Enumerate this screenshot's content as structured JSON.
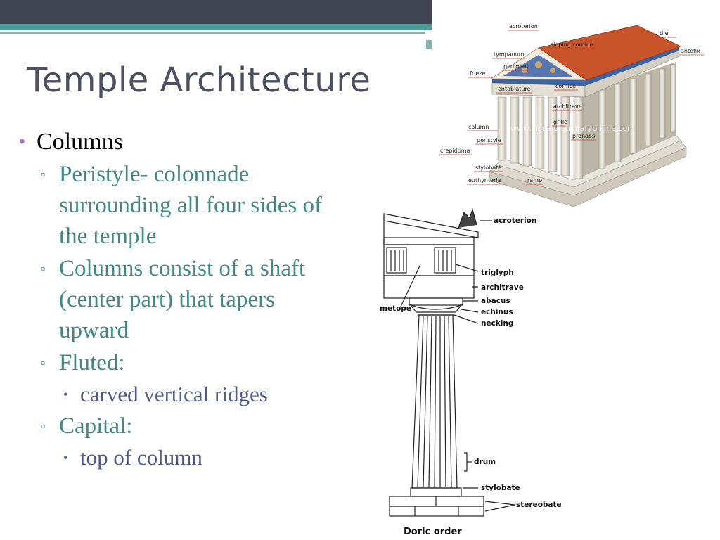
{
  "slide": {
    "title": "Temple Architecture",
    "bullets": {
      "columns": "Columns",
      "peristyle": "Peristyle- colonnade surrounding all four sides of the temple",
      "consist": "Columns consist of a shaft (center part) that tapers upward",
      "fluted": "Fluted:",
      "fluted_sub": "carved vertical ridges",
      "capital": "Capital:",
      "capital_sub": "top of column"
    }
  },
  "temple_diagram": {
    "labels": {
      "acroterion": "acroterion",
      "tile": "tile",
      "sloping_cornice": "sloping cornice",
      "antefix": "antefix",
      "tympanum": "tympanum",
      "pediment": "pediment",
      "frieze": "frieze",
      "entablature": "entablature",
      "cornice": "cornice",
      "architrave": "architrave",
      "grille": "grille",
      "column": "column",
      "pronaos": "pronaos",
      "peristyle": "peristyle",
      "crepidoma": "crepidoma",
      "stylobate": "stylobate",
      "euthynteria": "euthynteria",
      "ramp": "ramp"
    },
    "watermark": "www.visualdictionaryonline.com"
  },
  "doric_diagram": {
    "labels": {
      "acroterion": "acroterion",
      "triglyph": "triglyph",
      "architrave": "architrave",
      "metope": "metope",
      "abacus": "abacus",
      "echinus": "echinus",
      "necking": "necking",
      "drum": "drum",
      "stylobate": "stylobate",
      "stereobate": "stereobate"
    },
    "caption": "Doric order"
  },
  "colors": {
    "top_bar": "#3f4352",
    "accent_teal": "#4e9a98",
    "level2_text": "#3f8a86",
    "level3_text": "#4e5a8c",
    "bullet_mark": "#9b7bb8",
    "roof": "#c8542a"
  }
}
